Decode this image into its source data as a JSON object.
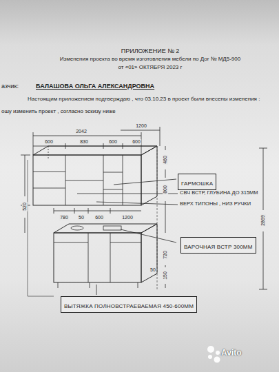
{
  "diagram": {
    "title": "ПРИЛОЖЕНИЕ № 2",
    "nodes": [
      {
        "text": [
          "ГАРМОШКА"
        ]
      },
      {
        "text": [
          "ВАРОЧНАЯ ВСТР 300ММ"
        ]
      },
      {
        "text": [
          "ВЫТЯЖКА ПОЛНОВСТРАЕВАЕМАЯ 450-600ММ"
        ]
      }
    ],
    "labels": [
      "Изменения проекта во время изготовления мебели по Дог № МД5-900",
      "от  «01» ОКТЯБРЯ 2023 г",
      "азчик:",
      "БАЛАШОВА ОЛЬГА АЛЕКСАНДРОВНА",
      "Настоящим приложением подтверждаю , что 03.10.23 в проект были внесены изменения :",
      "ошу изменить проект , согласно эскизу ниже",
      "2042",
      "1200",
      "600",
      "830",
      "600",
      "600",
      "460",
      "800",
      "520",
      "2869",
      "780",
      "50",
      "600",
      "1200",
      "720",
      "150",
      "50",
      "СВЧ ВСТР, ГЛУБИНА ДО 315ММ",
      "ВЕРХ ТИПОНЫ , НИЗ РУЧКИ",
      "Avito"
    ]
  }
}
